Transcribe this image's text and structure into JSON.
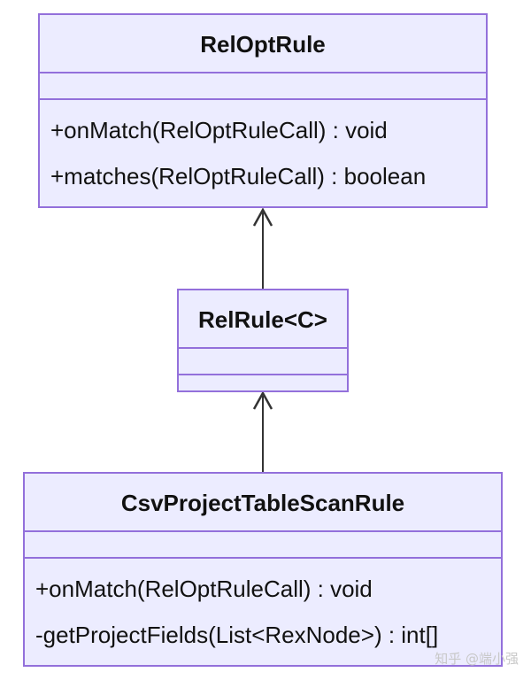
{
  "classes": [
    {
      "name": "RelOptRule",
      "attributes": [],
      "methods": [
        "+onMatch(RelOptRuleCall) : void",
        "+matches(RelOptRuleCall) : boolean"
      ]
    },
    {
      "name": "RelRule<C>",
      "attributes": [],
      "methods": []
    },
    {
      "name": "CsvProjectTableScanRule",
      "attributes": [],
      "methods": [
        "+onMatch(RelOptRuleCall) : void",
        "-getProjectFields(List<RexNode>) : int[]"
      ]
    }
  ],
  "relations": [
    {
      "from": "RelRule<C>",
      "to": "RelOptRule",
      "type": "inheritance"
    },
    {
      "from": "CsvProjectTableScanRule",
      "to": "RelRule<C>",
      "type": "inheritance"
    }
  ],
  "colors": {
    "box_fill": "#ececff",
    "box_border": "#9370db",
    "edge": "#333333"
  },
  "watermark": "知乎 @端小强"
}
